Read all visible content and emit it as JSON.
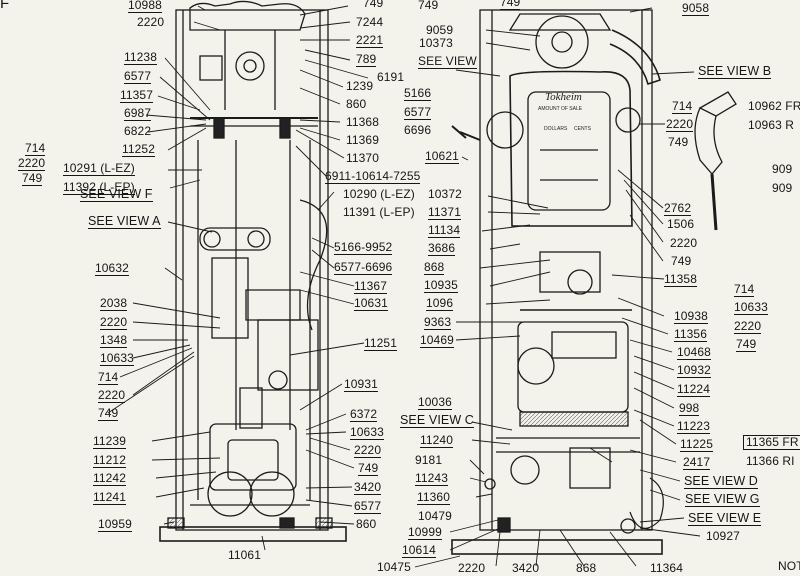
{
  "sheet": {
    "corner_left": "F",
    "corner_bottom_right": "NOT"
  },
  "left_labels": [
    "10988",
    "2220",
    "749",
    "7244",
    "2221",
    "789",
    "6191",
    "1239",
    "860",
    "5166",
    "6577",
    "6696",
    "11238",
    "6577",
    "11357",
    "6987",
    "6822",
    "11252",
    "714",
    "2220",
    "749",
    "11368",
    "11369",
    "11370",
    "6911-10614-7255",
    "10291 (L-EZ)",
    "11392 (L-EP)",
    "10290 (L-EZ)",
    "11391 (L-EP)",
    "SEE VIEW F",
    "SEE VIEW A",
    "5166-9952",
    "6577-6696",
    "11367",
    "10631",
    "10632",
    "2038",
    "2220",
    "1348",
    "10633",
    "714",
    "2220",
    "749",
    "11251",
    "10931",
    "6372",
    "10633",
    "2220",
    "749",
    "11239",
    "11212",
    "11242",
    "11241",
    "3420",
    "6577",
    "860",
    "10959",
    "11061",
    "10475"
  ],
  "right_labels": [
    "749",
    "749",
    "9058",
    "9059",
    "10373",
    "SEE VIEW",
    "SEE VIEW B",
    "714",
    "2220",
    "749",
    "10962 FR",
    "10963 R",
    "909",
    "909",
    "10621",
    "10372",
    "11371",
    "11134",
    "3686",
    "868",
    "10935",
    "1096",
    "9363",
    "10469",
    "2762",
    "1506",
    "2220",
    "749",
    "11358",
    "714",
    "10633",
    "2220",
    "749",
    "10938",
    "11356",
    "10468",
    "10932",
    "11224",
    "998",
    "11223",
    "11225",
    "11365 FR",
    "11366 RI",
    "10036",
    "SEE VIEW C",
    "11240",
    "9181",
    "11243",
    "11360",
    "2417",
    "SEE VIEW D",
    "SEE VIEW G",
    "10479",
    "10999",
    "10614",
    "SEE VIEW E",
    "10927",
    "2220",
    "3420",
    "868",
    "11364"
  ],
  "plate": {
    "brand": "Tokheim",
    "amount": "AMOUNT OF SALE",
    "dollars": "DOLLARS",
    "cents": "CENTS"
  }
}
